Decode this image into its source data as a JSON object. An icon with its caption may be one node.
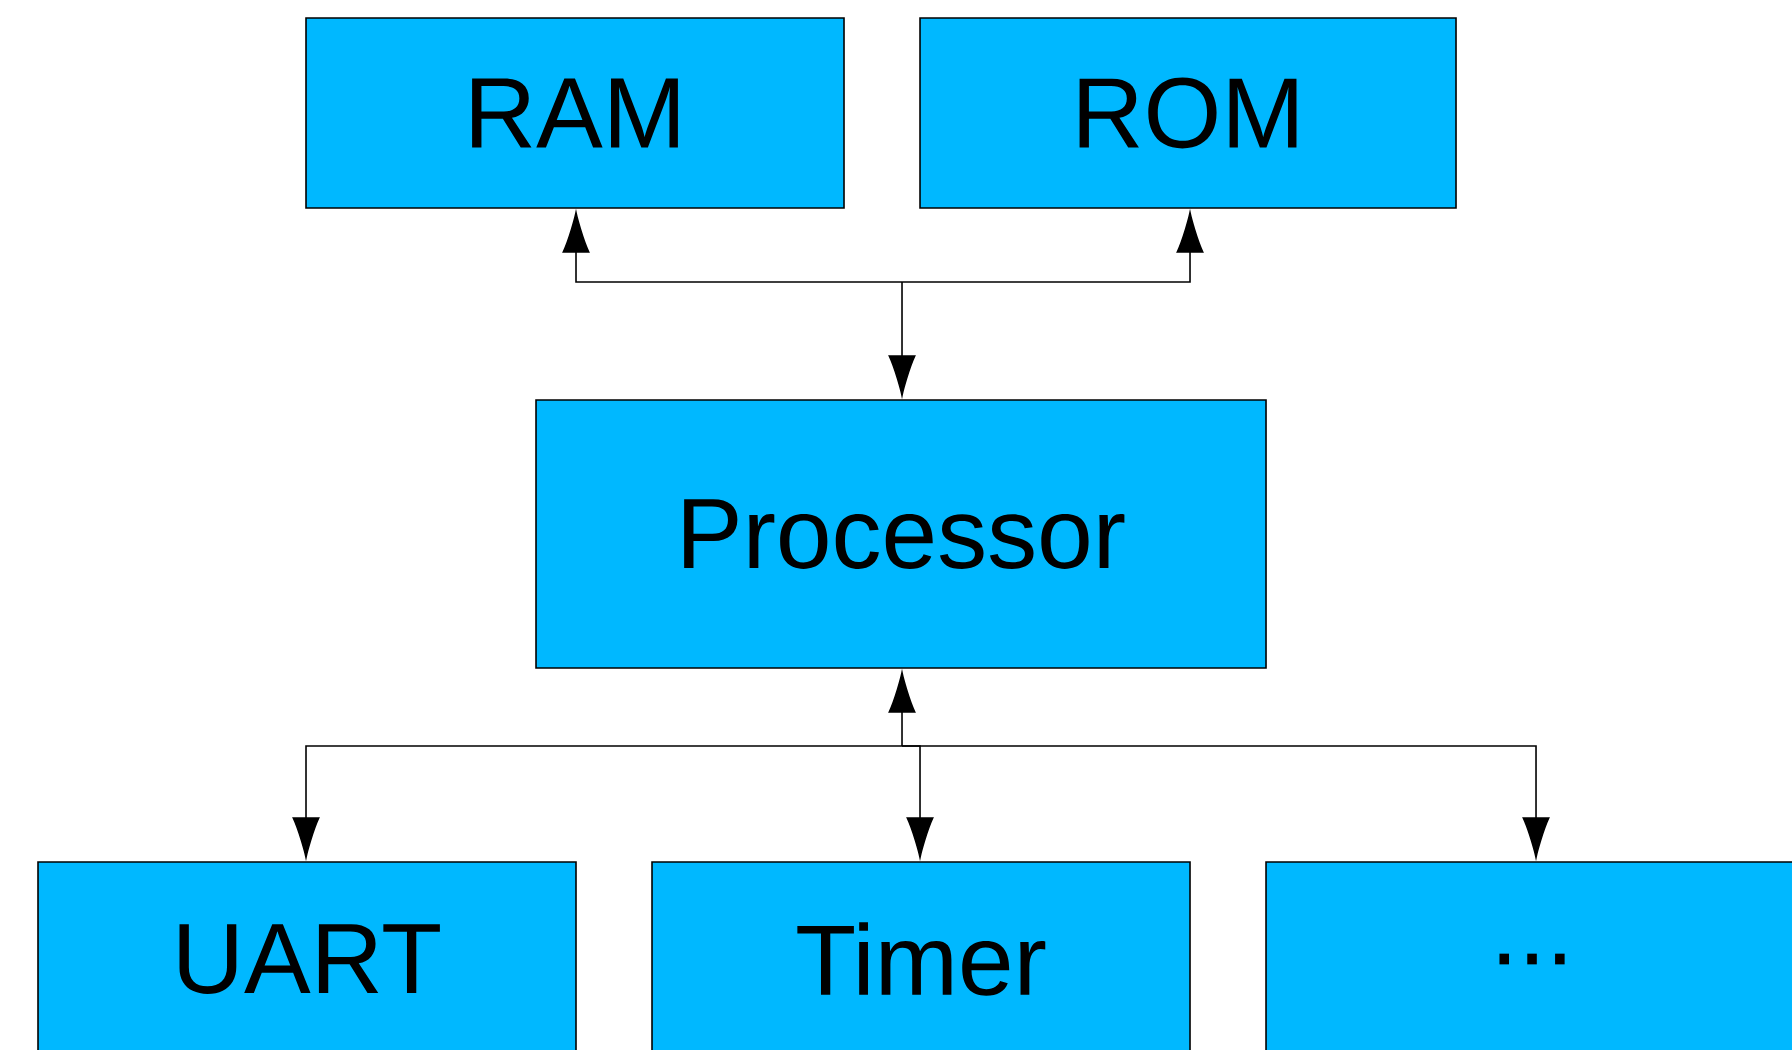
{
  "diagram": {
    "nodes": [
      {
        "text": [
          "RAM"
        ]
      },
      {
        "text": [
          "ROM"
        ]
      },
      {
        "text": [
          "Processor"
        ]
      },
      {
        "text": [
          "UART"
        ]
      },
      {
        "text": [
          "Timer"
        ]
      },
      {
        "text": [
          "..."
        ]
      }
    ],
    "edges": [
      {
        "from": 2,
        "to": 0,
        "arrow": "both"
      },
      {
        "from": 2,
        "to": 1,
        "arrow": "both"
      },
      {
        "from": 2,
        "to": 3,
        "arrow": "both"
      },
      {
        "from": 2,
        "to": 4,
        "arrow": "both"
      },
      {
        "from": 2,
        "to": 5,
        "arrow": "both"
      }
    ]
  }
}
